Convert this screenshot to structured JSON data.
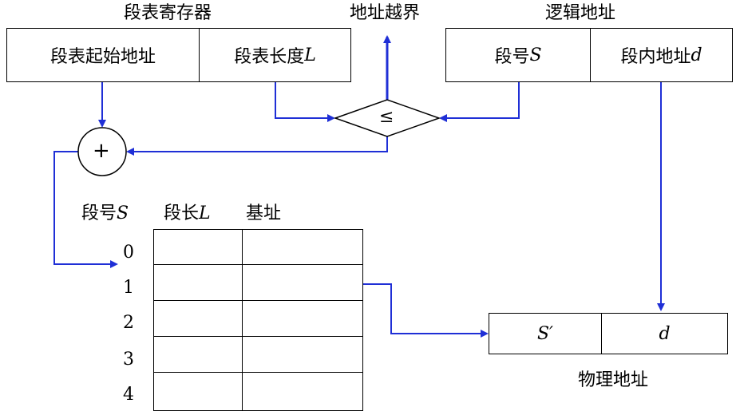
{
  "register": {
    "title": "段表寄存器",
    "start_cell": "段表起始地址",
    "length_cell_prefix": "段表长度",
    "length_cell_var": "L"
  },
  "overflow": {
    "label": "地址越界"
  },
  "logical": {
    "title": "逻辑地址",
    "seg_prefix": "段号",
    "seg_var": "S",
    "offset_prefix": "段内地址",
    "offset_var": "d"
  },
  "comparator": {
    "symbol": "≤"
  },
  "adder": {
    "symbol": "+"
  },
  "table": {
    "col_seg_prefix": "段号",
    "col_seg_var": "S",
    "col_len_prefix": "段长",
    "col_len_var": "L",
    "col_base": "基址",
    "row_indices": [
      "0",
      "1",
      "2",
      "3",
      "4"
    ]
  },
  "physical": {
    "base_var": "S′",
    "offset_var": "d",
    "caption": "物理地址"
  },
  "colors": {
    "arrow": "#1f2fd6",
    "line": "#000000"
  }
}
